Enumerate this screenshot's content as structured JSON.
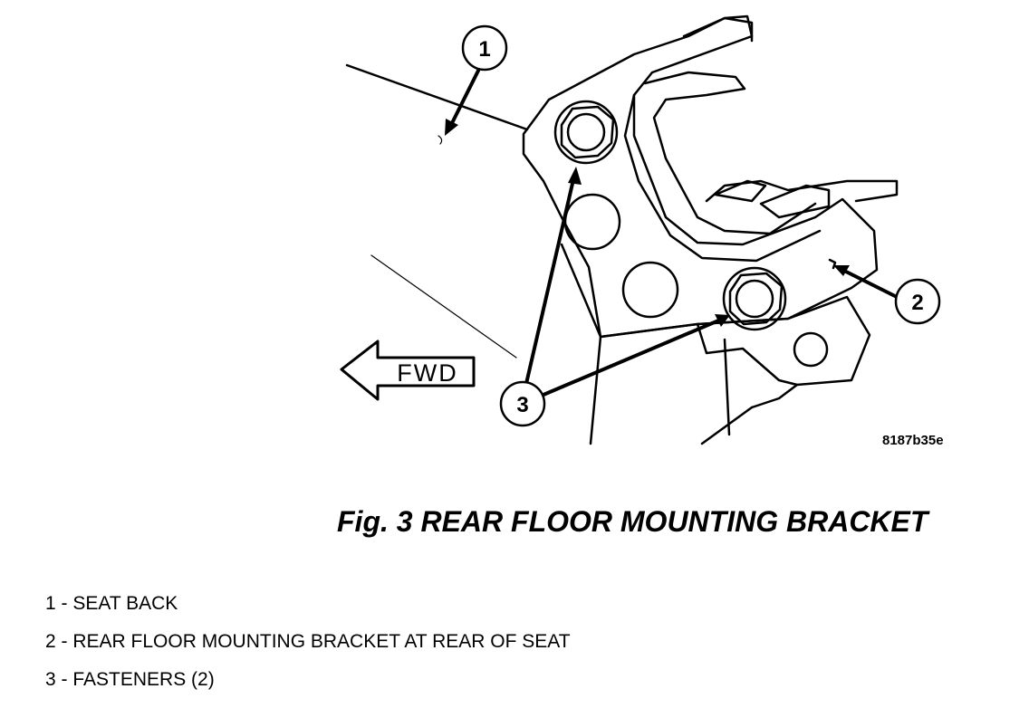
{
  "figure": {
    "caption": "Fig. 3 REAR FLOOR MOUNTING BRACKET",
    "code": "8187b35e",
    "direction_label": "FWD"
  },
  "callouts": [
    {
      "number": "1",
      "text": "SEAT BACK"
    },
    {
      "number": "2",
      "text": "REAR FLOOR MOUNTING BRACKET AT REAR OF SEAT"
    },
    {
      "number": "3",
      "text": "FASTENERS (2)"
    }
  ]
}
